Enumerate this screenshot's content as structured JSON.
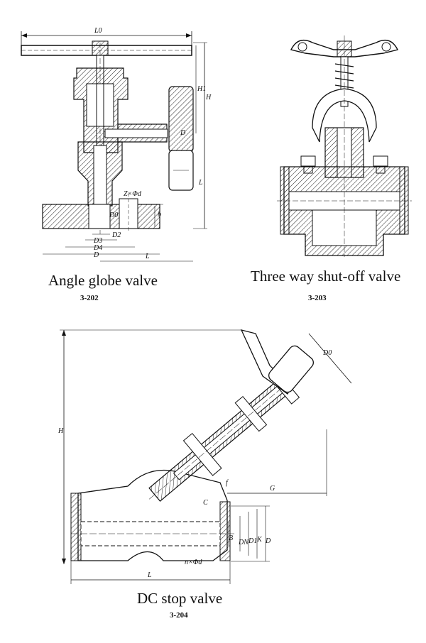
{
  "figures": [
    {
      "caption": "Angle globe valve",
      "code": "3-202",
      "dims": {
        "L0": "L0",
        "H": "H",
        "H1": "H1",
        "L": "L",
        "D0": "D0",
        "b": "b",
        "D2": "D2",
        "D3": "D3",
        "D4": "D4",
        "D": "D",
        "D_flange": "D",
        "bolt": "Z×Φd",
        "L_bottom": "L"
      }
    },
    {
      "caption": "Three way shut-off valve",
      "code": "3-203"
    },
    {
      "caption": "DC stop valve",
      "code": "3-204",
      "dims": {
        "D0": "D0",
        "H": "H",
        "G": "G",
        "f": "f",
        "C": "C",
        "B": "B",
        "DN": "DN",
        "D1": "D1",
        "K": "K",
        "D": "D",
        "bolt": "n×Φd",
        "L": "L"
      }
    }
  ]
}
